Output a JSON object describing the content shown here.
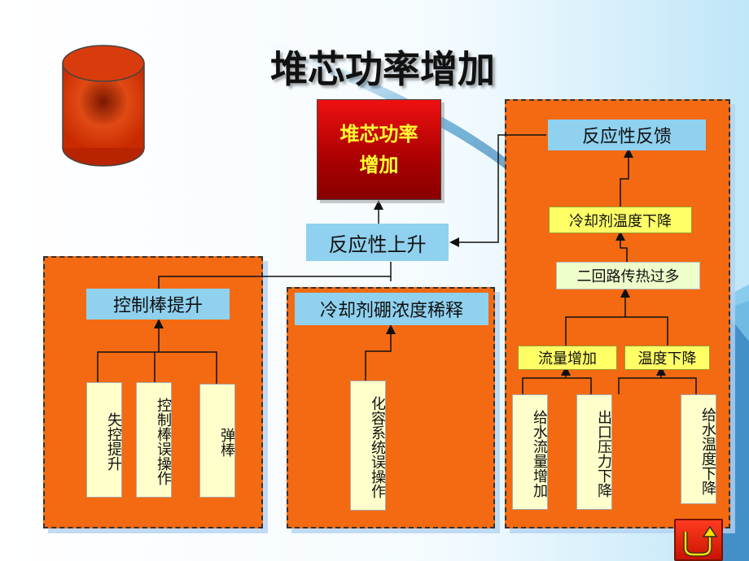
{
  "title": "堆芯功率增加",
  "core_box": {
    "line1": "堆芯功率",
    "line2": "增加"
  },
  "reactivity_rise": "反应性上升",
  "left_panel": {
    "header": "控制棒提升",
    "items": [
      "失控提升",
      "控制棒误操作",
      "弹棒"
    ]
  },
  "middle_panel": {
    "header": "冷却剂硼浓度稀释",
    "items": [
      "化容系统误操作"
    ]
  },
  "right_panel": {
    "feedback": "反应性反馈",
    "coolant_temp_drop": "冷却剂温度下降",
    "secondary_heat": "二回路传热过多",
    "flow_increase": "流量增加",
    "temp_drop": "温度下降",
    "items": [
      "给水流量增加",
      "出口压力下降",
      "给水温度下降"
    ]
  },
  "colors": {
    "panel": "#f36a12",
    "core": "#cc0000",
    "core_text": "#ffff33",
    "blue_box": "#8fd1ef",
    "yellow_box": "#ffff66",
    "light_box": "#ffffcc"
  },
  "icons": {
    "cylinder": "cylinder-icon",
    "home": "return-arrow-icon"
  }
}
